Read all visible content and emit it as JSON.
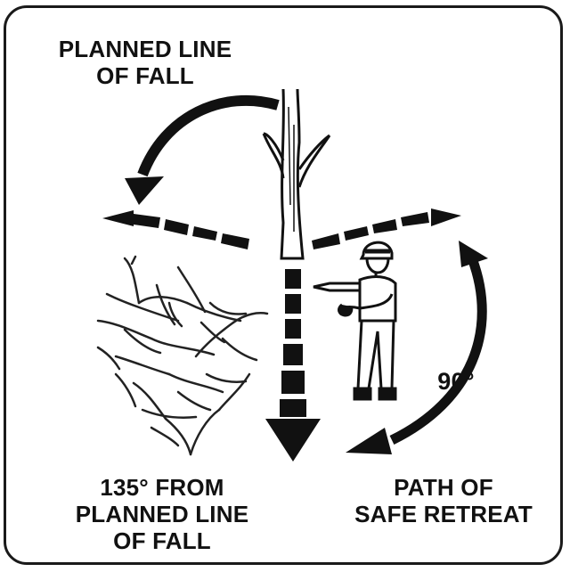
{
  "labels": {
    "planned_line_of_fall": [
      "PLANNED LINE",
      "OF FALL"
    ],
    "angle_90": "90°",
    "escape_135": [
      "135° FROM",
      "PLANNED LINE",
      "OF FALL"
    ],
    "safe_retreat": [
      "PATH OF",
      "SAFE RETREAT"
    ]
  },
  "colors": {
    "ink": "#111111",
    "frame": "#1a1a1a",
    "background": "#ffffff"
  }
}
